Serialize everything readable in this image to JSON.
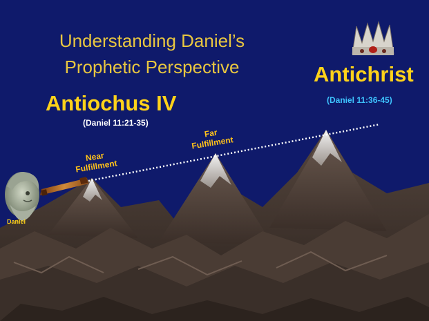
{
  "slide": {
    "title_line1": "Understanding Daniel’s",
    "title_line2": "Prophetic Perspective",
    "antiochus_label": "Antiochus IV",
    "antiochus_ref": "(Daniel 11:21-35)",
    "antichrist_label": "Antichrist",
    "antichrist_ref": "(Daniel 11:36-45)",
    "near_line1": "Near",
    "near_line2": "Fulfillment",
    "far_line1": "Far",
    "far_line2": "Fulfillment",
    "daniel_label": "Daniel"
  },
  "colors": {
    "background": "#0f1a6b",
    "title": "#e8c640",
    "label": "#ffd21a",
    "antichrist_ref": "#3ec4ff"
  },
  "icons": [
    "crown-icon",
    "telescope-icon",
    "daniel-head-icon"
  ]
}
